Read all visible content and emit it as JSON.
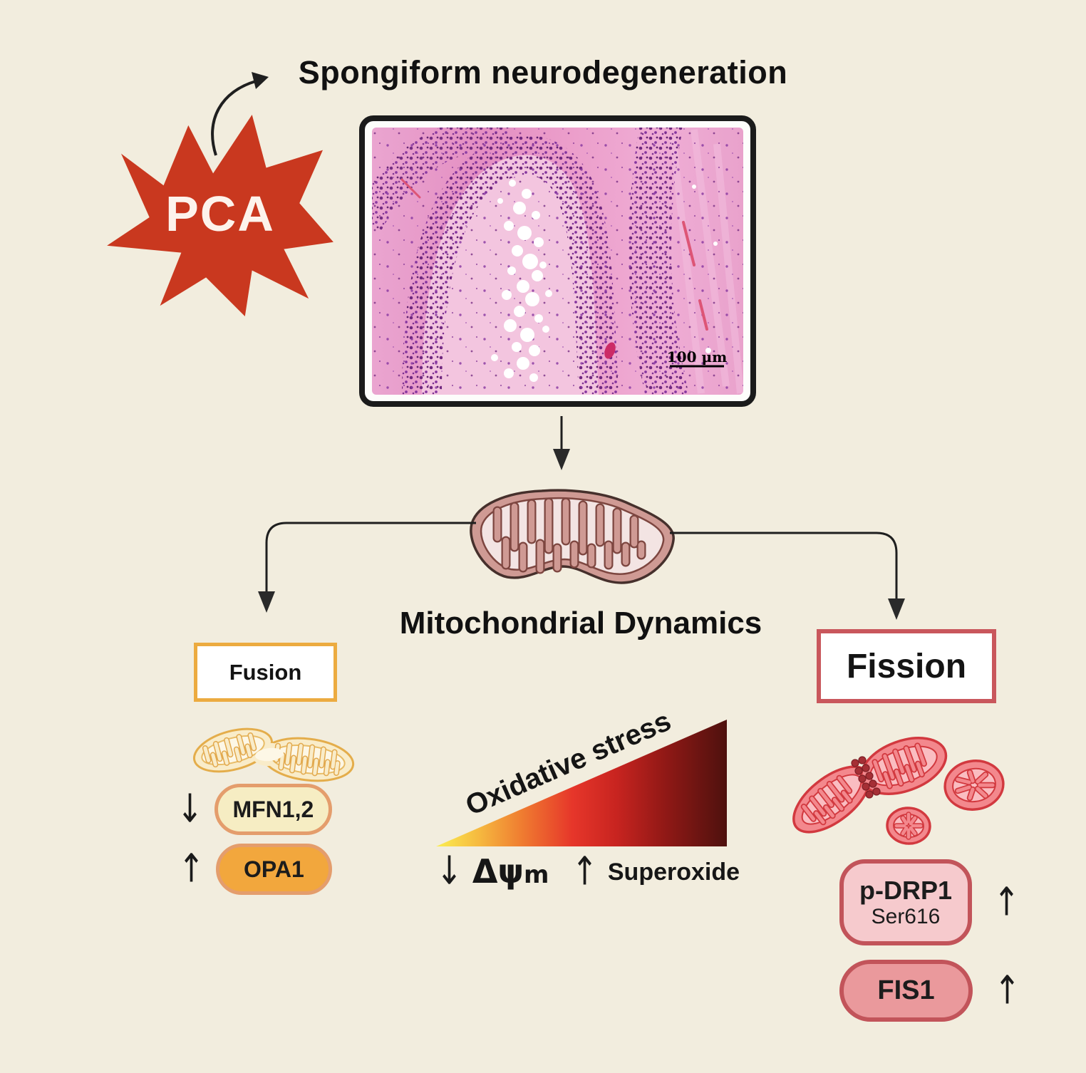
{
  "header": {
    "title": "Spongiform neurodegeneration"
  },
  "trigger": {
    "label": "PCA"
  },
  "histology": {
    "scale_bar_label": "100 μm"
  },
  "dynamics": {
    "label": "Mitochondrial Dynamics"
  },
  "fusion": {
    "box_label": "Fusion",
    "markers": [
      {
        "arrow": "↓",
        "label": "MFN1,2"
      },
      {
        "arrow": "↑",
        "label": "OPA1"
      }
    ]
  },
  "stress": {
    "label": "Oxidative stress",
    "items": [
      {
        "arrow": "↓",
        "label": "Δψ",
        "suffix": "m"
      },
      {
        "arrow": "↑",
        "label": "Superoxide"
      }
    ]
  },
  "fission": {
    "box_label": "Fission",
    "markers": [
      {
        "arrow": "↑",
        "label": "p-DRP1",
        "sublabel": "Ser616"
      },
      {
        "arrow": "↑",
        "label": "FIS1"
      }
    ]
  },
  "colors": {
    "background": "#f2edde",
    "pca_red": "#c9381f",
    "fusion_accent": "#ecab40",
    "fusion_pill_border": "#e49d6c",
    "opa1_fill": "#f2a73d",
    "fission_accent": "#c9575c",
    "fission_mito_body": "#f3888d",
    "fission_mito_outline": "#d2393f",
    "mito_body": "#cf9a94",
    "histology_pink": "#e794c4",
    "histology_purple": "#7b2f96",
    "gradient_start": "#fbee51",
    "gradient_end": "#4e110e"
  }
}
